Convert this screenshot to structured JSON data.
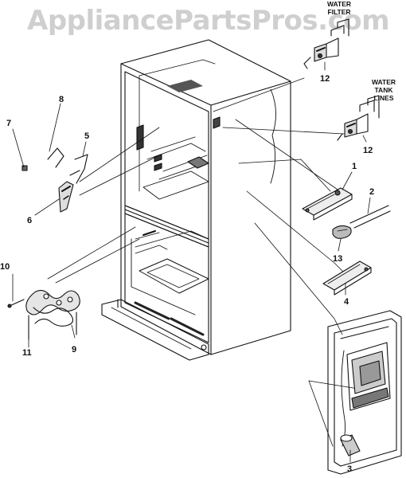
{
  "watermark": "AppliancePartsPros.com",
  "captions": {
    "water_filter": [
      "WATER",
      "FILTER"
    ],
    "water_tank": [
      "WATER",
      "TANK",
      "LINES"
    ]
  },
  "callouts": [
    "12",
    "12",
    "1",
    "2",
    "13",
    "4",
    "3",
    "8",
    "7",
    "5",
    "6",
    "10",
    "9",
    "11"
  ],
  "colors": {
    "line": "#111111",
    "watermark": "#cfcfcf"
  }
}
